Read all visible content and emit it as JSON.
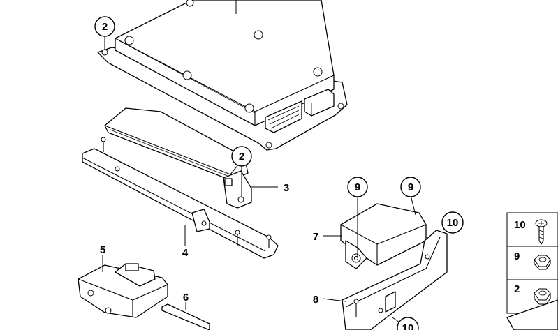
{
  "diagram": {
    "callouts": [
      {
        "id": "c-2-top",
        "label": "2"
      },
      {
        "id": "c-2-mid",
        "label": "2"
      },
      {
        "id": "c-3",
        "label": "3"
      },
      {
        "id": "c-4",
        "label": "4"
      },
      {
        "id": "c-5",
        "label": "5"
      },
      {
        "id": "c-6",
        "label": "6"
      },
      {
        "id": "c-7",
        "label": "7"
      },
      {
        "id": "c-8",
        "label": "8"
      },
      {
        "id": "c-9-left",
        "label": "9"
      },
      {
        "id": "c-9-right",
        "label": "9"
      },
      {
        "id": "c-10-upper",
        "label": "10"
      },
      {
        "id": "c-10-lower",
        "label": "10"
      }
    ],
    "legend": [
      {
        "label": "10",
        "icon": "screw-icon"
      },
      {
        "label": "9",
        "icon": "hex-nut-icon"
      },
      {
        "label": "2",
        "icon": "hex-nut-icon"
      }
    ]
  }
}
